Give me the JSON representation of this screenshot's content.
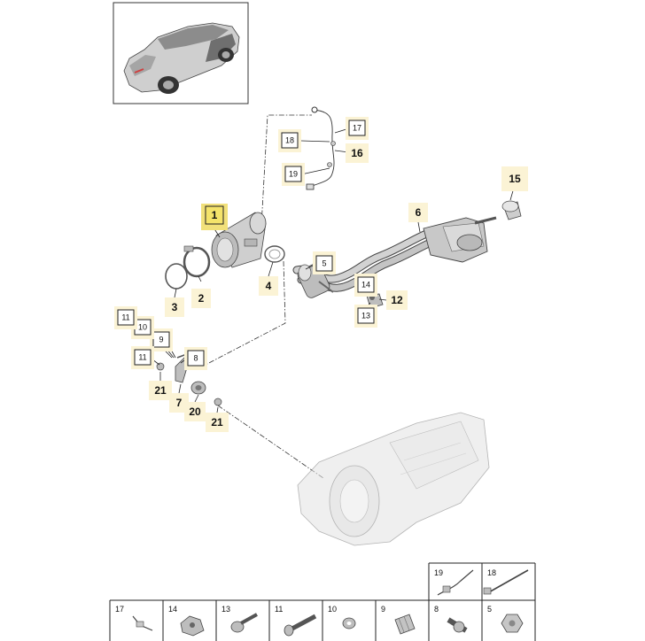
{
  "callouts": {
    "c1": "1",
    "c2": "2",
    "c3": "3",
    "c4": "4",
    "c5": "5",
    "c6": "6",
    "c7": "7",
    "c8": "8",
    "c9": "9",
    "c10": "10",
    "c11a": "11",
    "c11b": "11",
    "c12": "12",
    "c13": "13",
    "c14": "14",
    "c15": "15",
    "c16": "16",
    "c17": "17",
    "c18": "18",
    "c19": "19",
    "c20": "20",
    "c21a": "21",
    "c21b": "21"
  },
  "legend_top": [
    "19",
    "18"
  ],
  "legend_bottom": [
    "17",
    "14",
    "13",
    "11",
    "10",
    "9",
    "8",
    "5"
  ],
  "colors": {
    "highlight": "#f4e36a",
    "halo": "#fbf3d5",
    "line": "#222222"
  }
}
